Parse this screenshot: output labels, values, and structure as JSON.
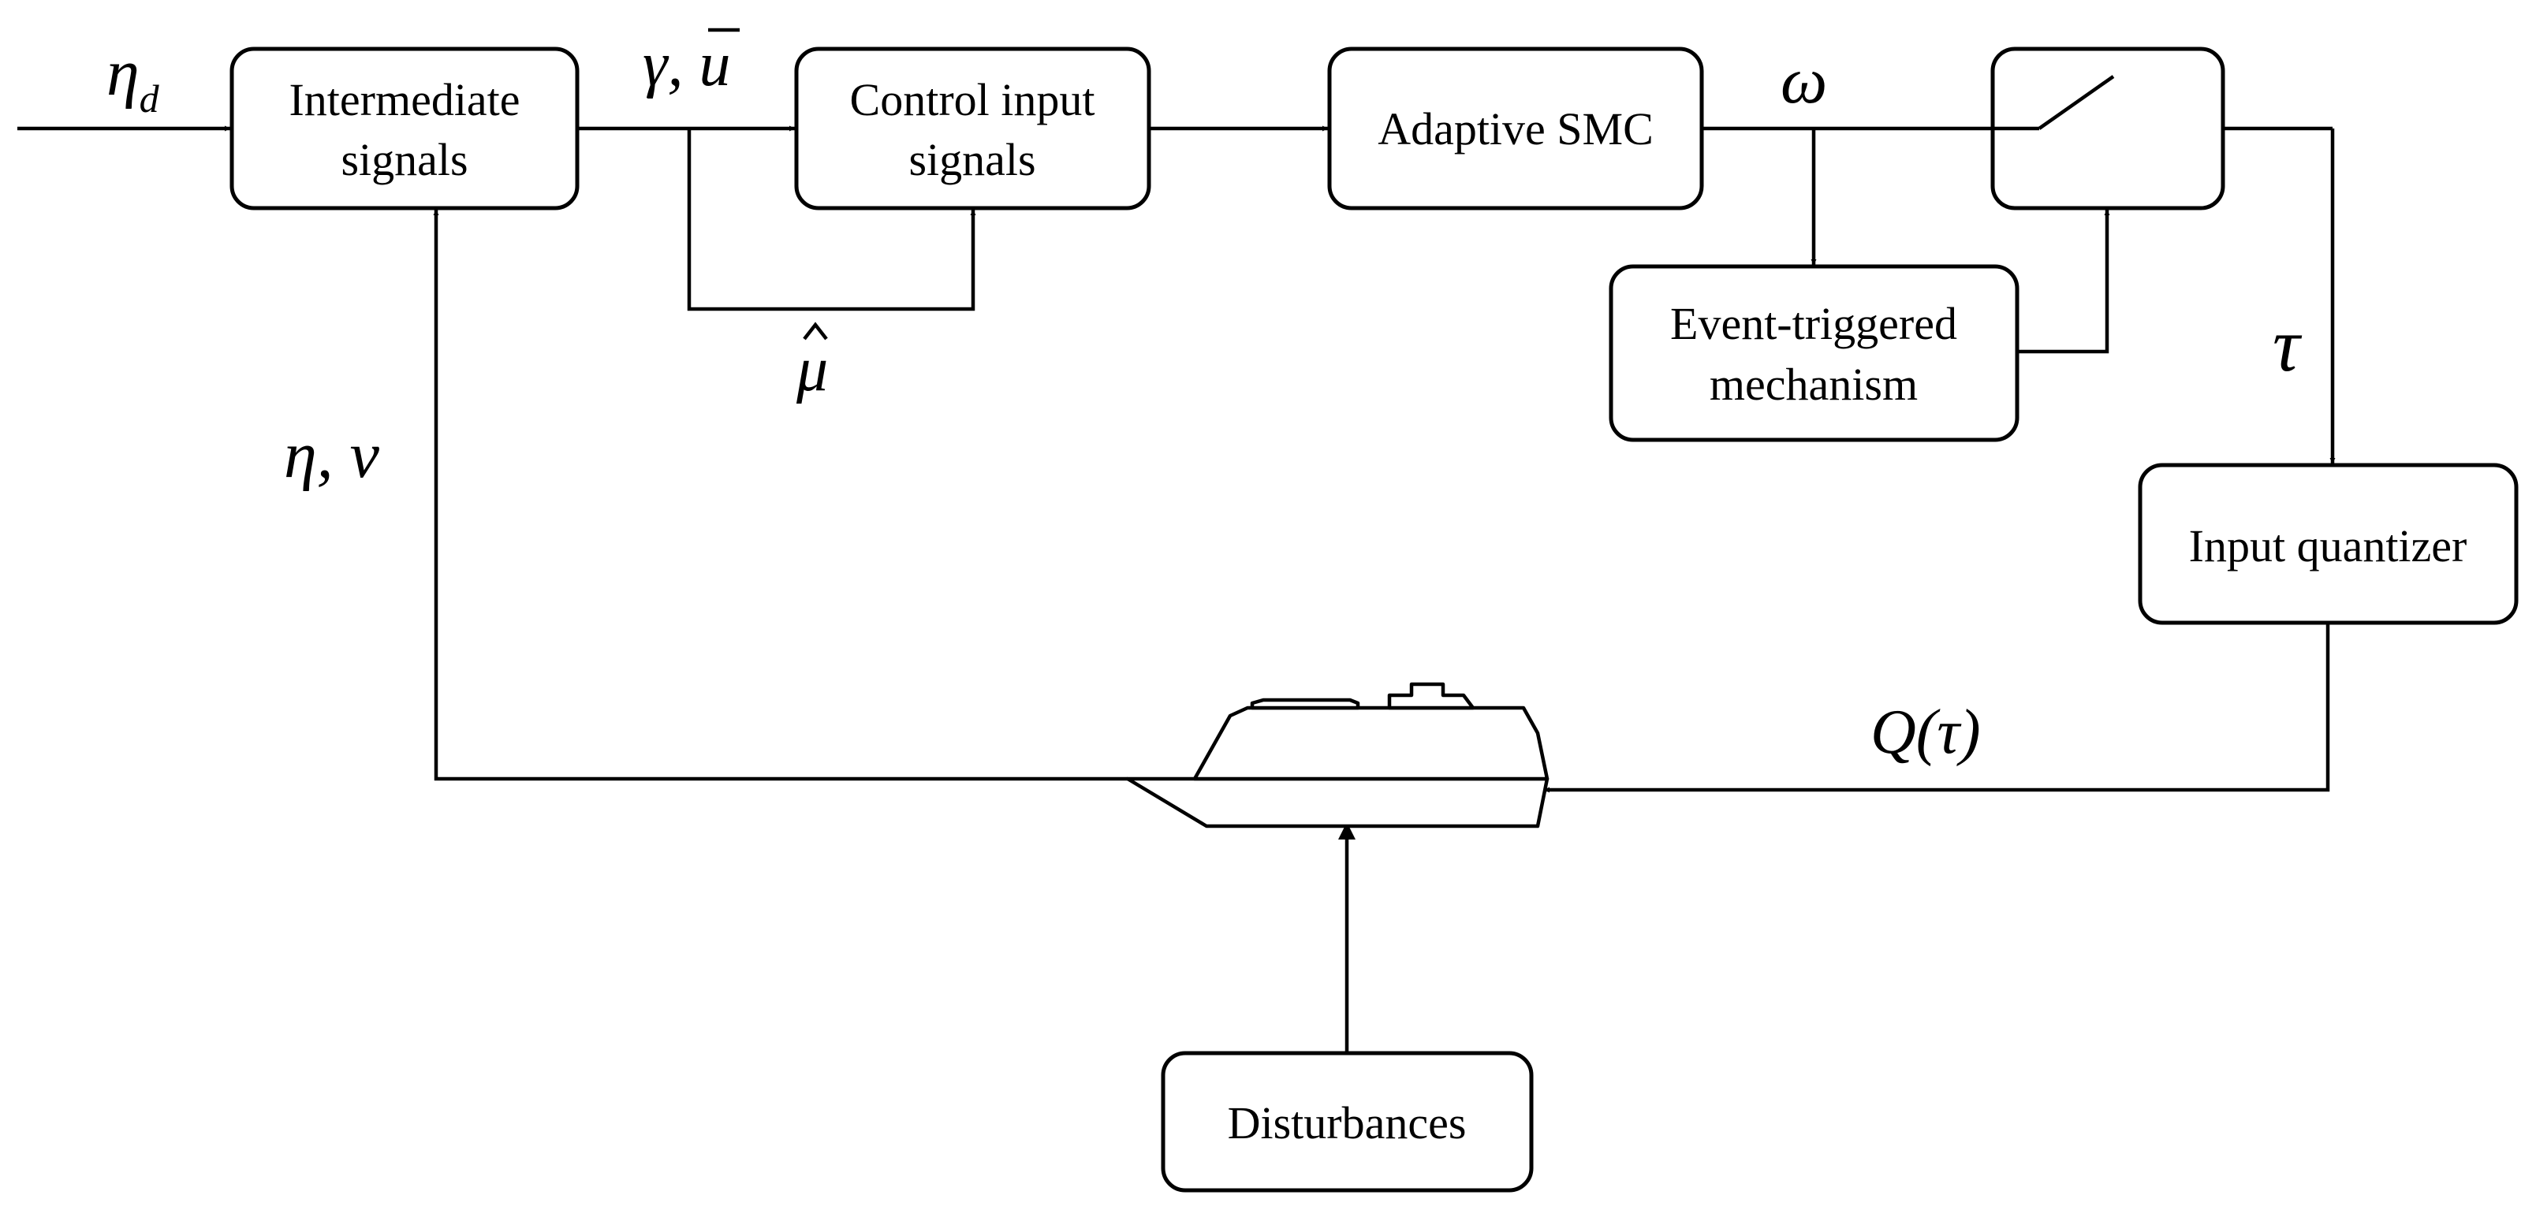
{
  "blocks": {
    "intermediate": [
      "Intermediate",
      "signals"
    ],
    "control_input": [
      "Control input",
      "signals"
    ],
    "adaptive_smc": "Adaptive SMC",
    "event_triggered": [
      "Event-triggered",
      "mechanism"
    ],
    "input_quantizer": "Input quantizer",
    "disturbances": "Disturbances"
  },
  "signals": {
    "eta_d": "η",
    "eta_d_sub": "d",
    "gamma_ubar": "γ, u",
    "mu_hat": "μ",
    "eta_v": "η, v",
    "omega": "ω",
    "tau": "τ",
    "q_tau": "Q(τ)"
  }
}
